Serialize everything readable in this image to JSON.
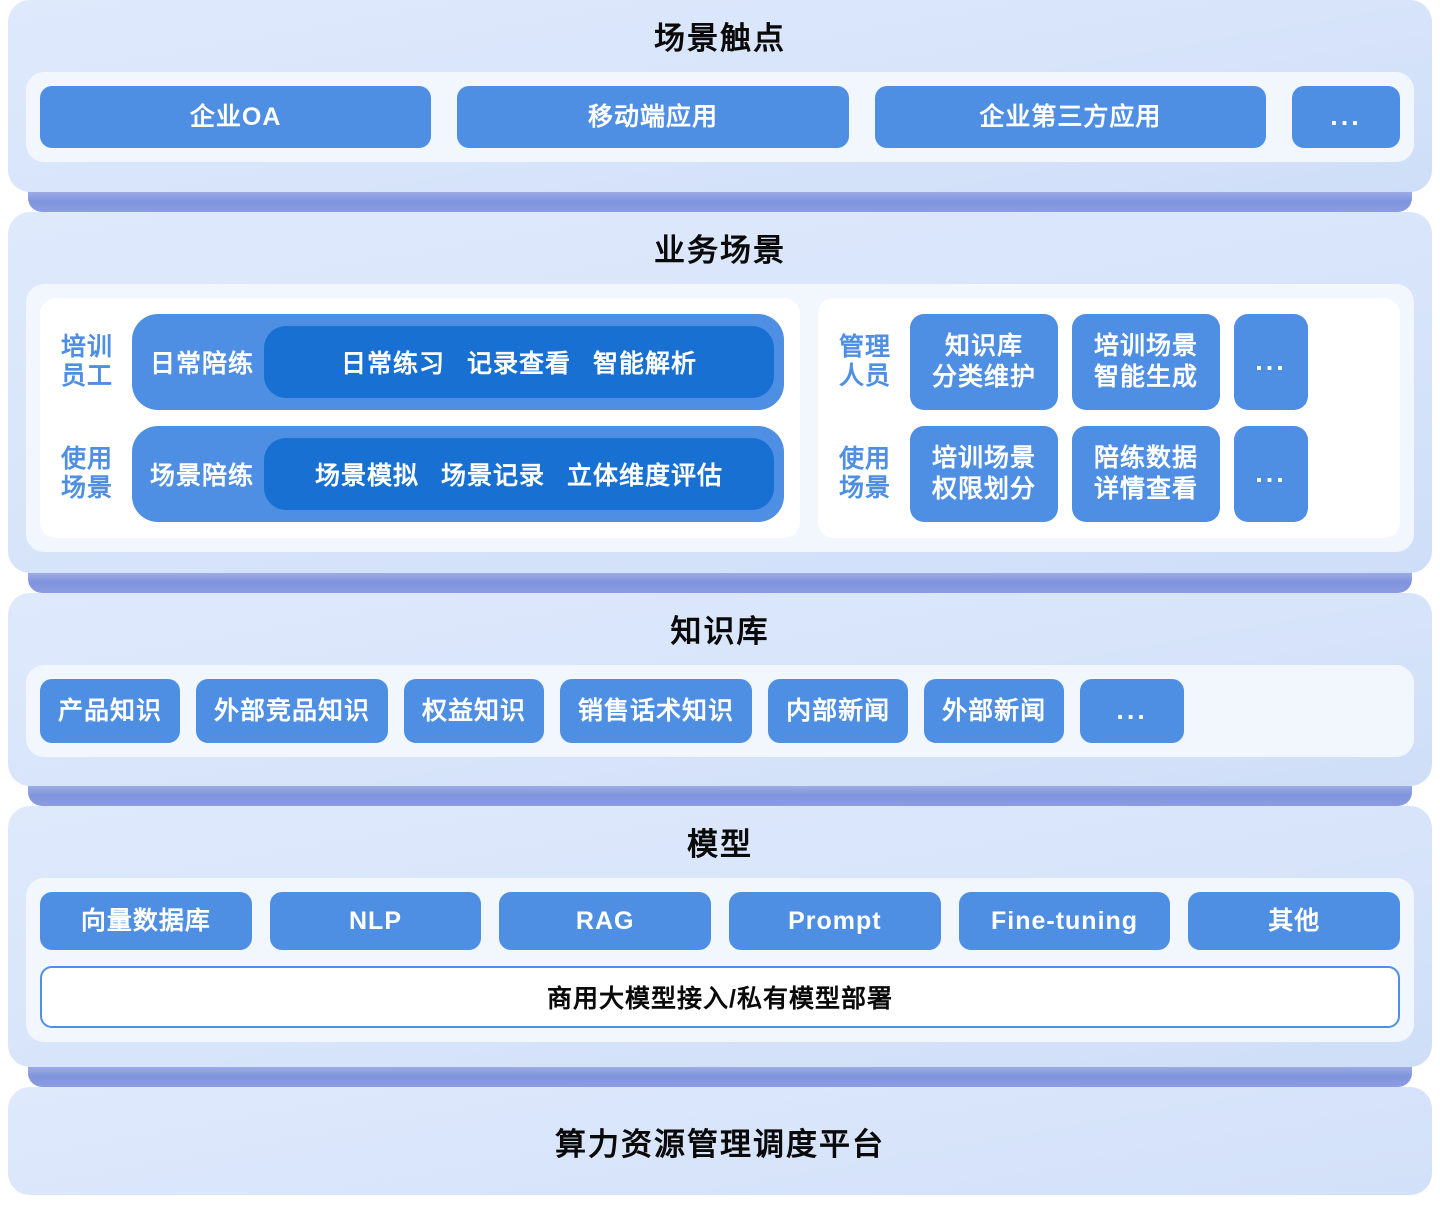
{
  "layers": {
    "touchpoints": {
      "title": "场景触点",
      "items": [
        {
          "label": "企业OA"
        },
        {
          "label": "移动端应用"
        },
        {
          "label": "企业第三方应用"
        },
        {
          "label": "..."
        }
      ]
    },
    "business": {
      "title": "业务场景",
      "left_card": {
        "rows": [
          {
            "label_line1": "培训",
            "label_line2": "员工",
            "head": "日常陪练",
            "subs": [
              "日常练习",
              "记录查看",
              "智能解析"
            ]
          },
          {
            "label_line1": "使用",
            "label_line2": "场景",
            "head": "场景陪练",
            "subs": [
              "场景模拟",
              "场景记录",
              "立体维度评估"
            ]
          }
        ]
      },
      "right_card": {
        "rows": [
          {
            "label_line1": "管理",
            "label_line2": "人员",
            "items": [
              {
                "line1": "知识库",
                "line2": "分类维护"
              },
              {
                "line1": "培训场景",
                "line2": "智能生成"
              }
            ],
            "more": "..."
          },
          {
            "label_line1": "使用",
            "label_line2": "场景",
            "items": [
              {
                "line1": "培训场景",
                "line2": "权限划分"
              },
              {
                "line1": "陪练数据",
                "line2": "详情查看"
              }
            ],
            "more": "..."
          }
        ]
      }
    },
    "knowledge": {
      "title": "知识库",
      "items": [
        {
          "label": "产品知识"
        },
        {
          "label": "外部竞品知识"
        },
        {
          "label": "权益知识"
        },
        {
          "label": "销售话术知识"
        },
        {
          "label": "内部新闻"
        },
        {
          "label": "外部新闻"
        },
        {
          "label": "..."
        }
      ]
    },
    "model": {
      "title": "模型",
      "items": [
        {
          "label": "向量数据库"
        },
        {
          "label": "NLP"
        },
        {
          "label": "RAG"
        },
        {
          "label": "Prompt"
        },
        {
          "label": "Fine-tuning"
        },
        {
          "label": "其他"
        }
      ],
      "band": "商用大模型接入/私有模型部署"
    },
    "platform": {
      "title": "算力资源管理调度平台"
    }
  },
  "colors": {
    "panel_bg": "#dce6fa",
    "inner_card_bg": "#f2f7fe",
    "pill_blue": "#4f8fe3",
    "pill_blue_deep": "#1770d2",
    "slab_lavender": "#8094dd",
    "title_text": "#0a0a0a",
    "label_blue": "#4f8fe3",
    "white": "#ffffff"
  }
}
